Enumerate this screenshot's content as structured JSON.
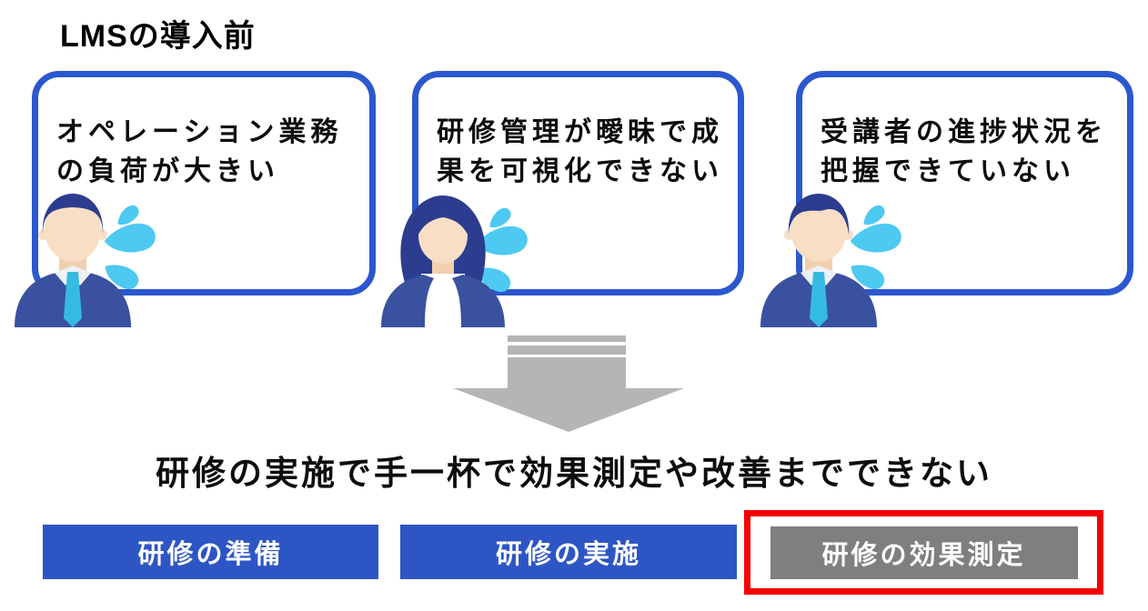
{
  "title": "LMSの導入前",
  "bubbles": [
    {
      "text": "オペレーション業務の負荷が大きい",
      "person": "businessman"
    },
    {
      "text": "研修管理が曖昧で成果を可視化できない",
      "person": "businesswoman"
    },
    {
      "text": "受講者の進捗状況を把握できていない",
      "person": "businessman"
    }
  ],
  "summary": "研修の実施で手一杯で効果測定や改善までできない",
  "steps": [
    {
      "label": "研修の準備",
      "highlighted": false
    },
    {
      "label": "研修の実施",
      "highlighted": false
    },
    {
      "label": "研修の効果測定",
      "highlighted": true
    }
  ],
  "colors": {
    "bubble_border_blue": "#2b58ce",
    "step_blue": "#2d55c4",
    "step_gray": "#7f7f7f",
    "highlight_red": "#f40000",
    "arrow_gray": "#b5b5b5",
    "sweat_drop_blue": "#4ec9f2",
    "suit_navy": "#3a519f",
    "hair_navy": "#2c3d8f",
    "skin": "#f9dec6",
    "tie_cyan": "#35bbe2"
  }
}
